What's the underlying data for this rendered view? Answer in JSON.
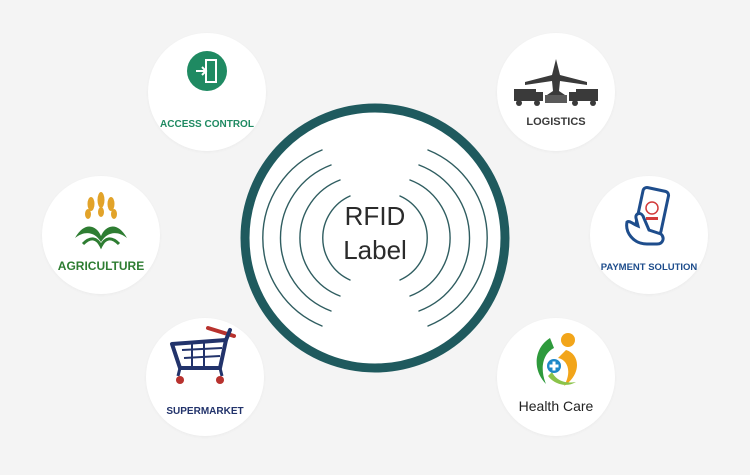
{
  "center": {
    "line1": "RFID",
    "line2": "Label",
    "ring_color": "#1f5a5e",
    "wave_color": "#2f5d60"
  },
  "applications": [
    {
      "id": "access-control",
      "label": "ACCESS CONTROL",
      "icon": "door-exit-icon",
      "color": "#1f8a62"
    },
    {
      "id": "logistics",
      "label": "LOGISTICS",
      "icon": "airplane-trucks-icon",
      "color": "#3a3a3a"
    },
    {
      "id": "agriculture",
      "label": "AGRICULTURE",
      "icon": "wheat-plant-icon",
      "color": "#2e7d32"
    },
    {
      "id": "payment-solution",
      "label": "PAYMENT SOLUTION",
      "icon": "phone-hand-icon",
      "color": "#1e4d8c"
    },
    {
      "id": "supermarket",
      "label": "SUPERMARKET",
      "icon": "shopping-cart-icon",
      "color": "#22336b"
    },
    {
      "id": "health-care",
      "label": "Health Care",
      "icon": "health-person-icon",
      "color": "#222222"
    }
  ]
}
